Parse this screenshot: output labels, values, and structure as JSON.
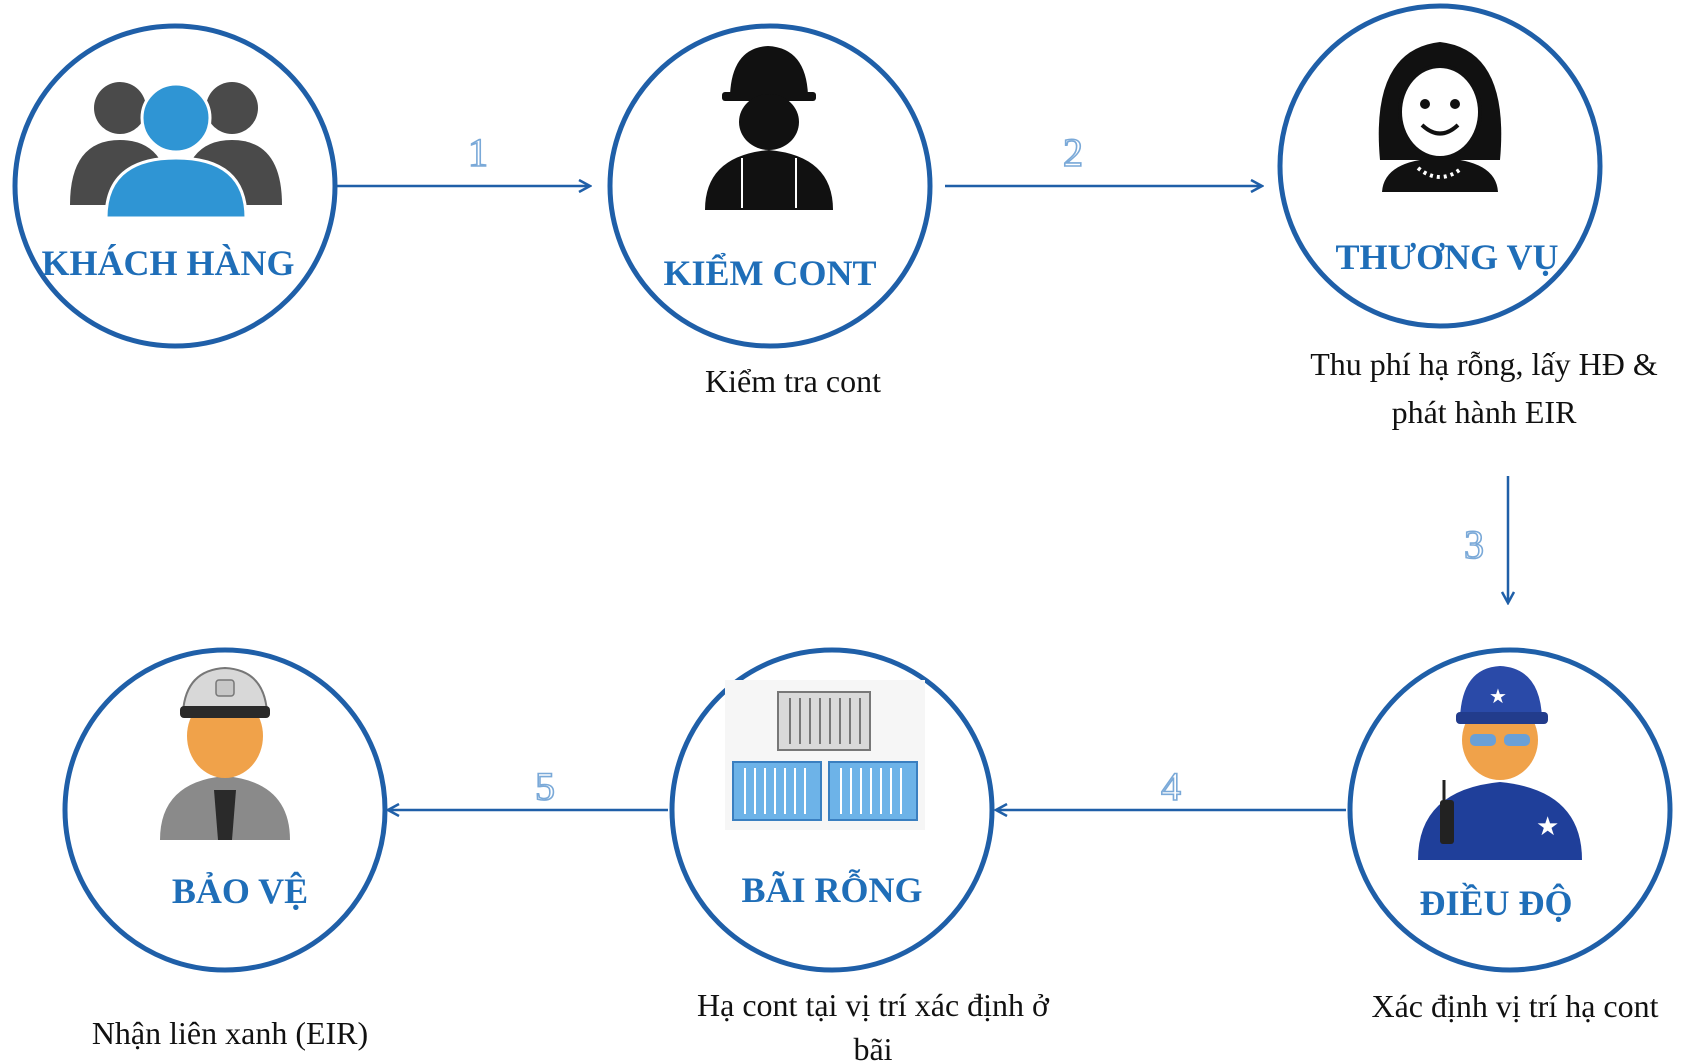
{
  "colors": {
    "circle_stroke": "#1f5fa8",
    "label": "#1f6eb8",
    "arrow": "#1f5fa8"
  },
  "nodes": {
    "khach_hang": {
      "label": "KHÁCH HÀNG",
      "icon": "customers-group-icon"
    },
    "kiem_cont": {
      "label": "KIỂM CONT",
      "caption": "Kiểm tra cont",
      "icon": "worker-icon"
    },
    "thuong_vu": {
      "label": "THƯƠNG VỤ",
      "caption_line1": "Thu phí hạ rỗng, lấy HĐ &",
      "caption_line2": "phát hành EIR",
      "icon": "woman-clerk-icon"
    },
    "dieu_do": {
      "label": "ĐIỀU ĐỘ",
      "caption": "Xác định vị trí hạ cont",
      "icon": "dispatcher-icon"
    },
    "bai_rong": {
      "label": "BÃI RỖNG",
      "caption_line1": "Hạ cont tại vị trí xác định ở",
      "caption_line2": "bãi",
      "icon": "containers-icon"
    },
    "bao_ve": {
      "label": "BẢO VỆ",
      "caption": "Nhận liên xanh (EIR)",
      "icon": "security-guard-icon"
    }
  },
  "steps": [
    "1",
    "2",
    "3",
    "4",
    "5"
  ]
}
